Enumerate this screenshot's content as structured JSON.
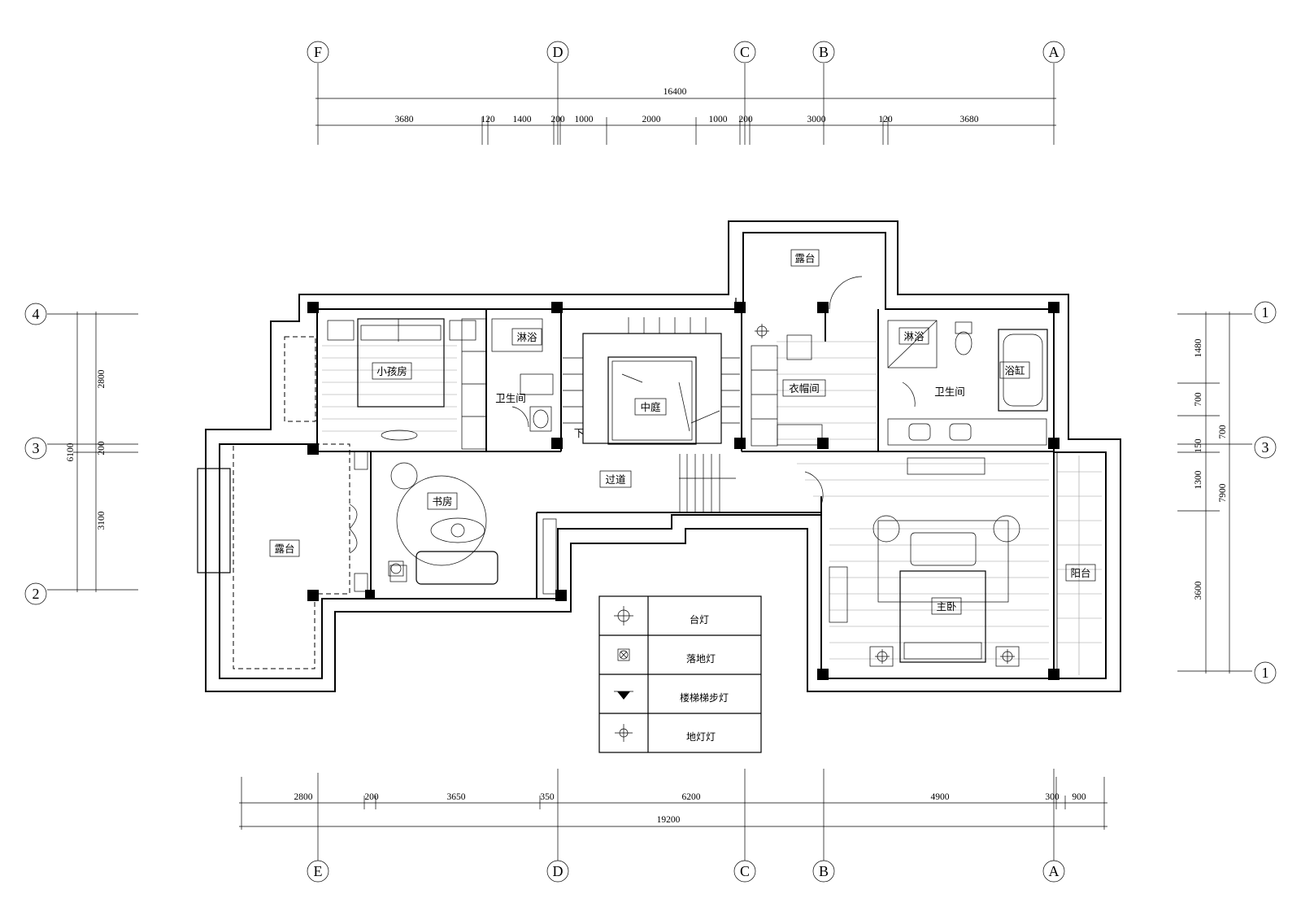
{
  "axes": {
    "top": [
      "F",
      "D",
      "C",
      "B",
      "A"
    ],
    "bottom": [
      "E",
      "D",
      "C",
      "B",
      "A"
    ],
    "left": [
      "4",
      "3",
      "2"
    ],
    "right": [
      "1",
      "3",
      "1"
    ]
  },
  "dimensions": {
    "top_total": "16400",
    "top_segments": [
      "3680",
      "120",
      "1400",
      "200",
      "1000",
      "2000",
      "1000",
      "200",
      "3000",
      "120",
      "3680"
    ],
    "bottom_total": "19200",
    "bottom_segments": [
      "2800",
      "200",
      "3650",
      "350",
      "6200",
      "4900",
      "300",
      "900"
    ],
    "left_total": "6100",
    "left_segments": [
      "2800",
      "200",
      "3100"
    ],
    "right_total": "7900",
    "right_outer": "700",
    "right_segments": [
      "1480",
      "700",
      "150",
      "1300",
      "3600"
    ]
  },
  "rooms": {
    "terrace_top": "露台",
    "kids_room": "小孩房",
    "shower": "淋浴",
    "wc_small": "卫生间",
    "courtyard": "中庭",
    "walk_in_closet": "衣帽间",
    "shower_master": "淋浴",
    "bathtub": "浴缸",
    "wc_master": "卫生间",
    "corridor": "过道",
    "study": "书房",
    "terrace_left": "露台",
    "master_bedroom": "主卧",
    "balcony": "阳台",
    "stair_down": "下"
  },
  "legend": [
    {
      "icon": "table-lamp-icon",
      "label": "台灯"
    },
    {
      "icon": "floor-lamp-icon",
      "label": "落地灯"
    },
    {
      "icon": "stair-step-light-icon",
      "label": "楼梯梯步灯"
    },
    {
      "icon": "floor-light-icon",
      "label": "地灯灯"
    }
  ]
}
